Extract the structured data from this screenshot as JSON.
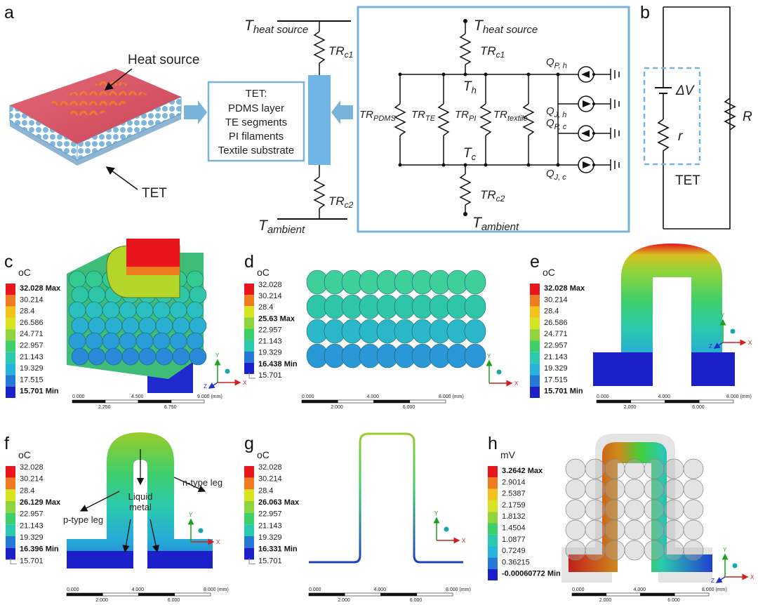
{
  "panel_labels": [
    "a",
    "b",
    "c",
    "d",
    "e",
    "f",
    "g",
    "h"
  ],
  "panel_a": {
    "heat_source_label": "Heat source",
    "tet_label": "TET",
    "box_lines": [
      "TET:",
      "PDMS layer",
      "TE segments",
      "PI filaments",
      "Textile substrate"
    ],
    "t_heat_source": "heat source",
    "t_ambient": "ambient",
    "tr_c1": "c1",
    "tr_c2": "c2",
    "circuit": {
      "t_heat_source": "heat source",
      "t_ambient": "ambient",
      "tr_c1": "c1",
      "tr_c2": "c2",
      "t_h": "h",
      "t_c": "c",
      "tr_pdms": "PDMS",
      "tr_te": "TE",
      "tr_pi": "PI",
      "tr_textile": "textile",
      "q_p_h": "P, h",
      "q_j_h": "J, h",
      "q_p_c": "P, c",
      "q_j_c": "J, c"
    }
  },
  "panel_b": {
    "delta_v": "ΔV",
    "r_internal": "r",
    "r_load": "R",
    "tet_label": "TET"
  },
  "legend_c": {
    "unit": "oC",
    "entries": [
      "32.028 Max",
      "30.214",
      "28.4",
      "26.586",
      "24.771",
      "22.957",
      "21.143",
      "19.329",
      "17.515",
      "15.701 Min"
    ],
    "scale_top": [
      "0.000",
      "4.500",
      "9.000 (mm)"
    ],
    "scale_bottom": [
      "2.250",
      "6.750"
    ]
  },
  "legend_d": {
    "unit": "oC",
    "entries": [
      "32.028",
      "30.214",
      "28.4",
      "25.63 Max",
      "22.957",
      "21.143",
      "19.329",
      "16.438 Min",
      "15.701"
    ],
    "scale_top": [
      "0.000",
      "4.000",
      "8.000 (mm)"
    ],
    "scale_bottom": [
      "2.000",
      "6.000"
    ]
  },
  "legend_e": {
    "unit": "oC",
    "entries": [
      "32.028 Max",
      "30.214",
      "28.4",
      "26.586",
      "24.771",
      "22.957",
      "21.143",
      "19.329",
      "17.515",
      "15.701 Min"
    ],
    "scale_top": [
      "0.000",
      "4.000",
      "8.000 (mm)"
    ],
    "scale_bottom": [
      "2.000",
      "6.000"
    ]
  },
  "legend_f": {
    "unit": "oC",
    "entries": [
      "32.028",
      "30.214",
      "28.4",
      "26.129 Max",
      "22.957",
      "21.143",
      "19.329",
      "16.396 Min",
      "15.701"
    ],
    "scale_top": [
      "0.000",
      "4.000",
      "8.000 (mm)"
    ],
    "scale_bottom": [
      "2.000",
      "6.000"
    ],
    "annotations": {
      "liquid_metal_1": "Liquid",
      "liquid_metal_2": "metal",
      "p_type": "p-type leg",
      "n_type": "n-type leg"
    }
  },
  "legend_g": {
    "unit": "oC",
    "entries": [
      "32.028",
      "30.214",
      "28.4",
      "26.063 Max",
      "22.957",
      "21.143",
      "19.329",
      "16.331 Min",
      "15.701"
    ],
    "scale_top": [
      "0.000",
      "4.000",
      "8.000 (mm)"
    ],
    "scale_bottom": [
      "2.000",
      "6.000"
    ]
  },
  "legend_h": {
    "unit": "mV",
    "entries": [
      "3.2642 Max",
      "2.9014",
      "2.5387",
      "2.1759",
      "1.8132",
      "1.4504",
      "1.0877",
      "0.7249",
      "0.36215",
      "-0.00060772 Min"
    ],
    "scale_top": [
      "0.000",
      "4.000",
      "8.000 (mm)"
    ],
    "scale_bottom": [
      "2.000",
      "6.000"
    ]
  },
  "axes": {
    "x": "X",
    "y": "Y",
    "z": "Z"
  },
  "colors": {
    "blue_box": "#7ab3d8",
    "arrow_blue": "#6fb1e0",
    "heat_red": "#d9546a",
    "legend": [
      "#e8161c",
      "#f07a1f",
      "#f4c11d",
      "#d6e51f",
      "#8fd43b",
      "#3fcf6a",
      "#2bc9ae",
      "#26b3dc",
      "#2478d6",
      "#1c20c9"
    ]
  }
}
